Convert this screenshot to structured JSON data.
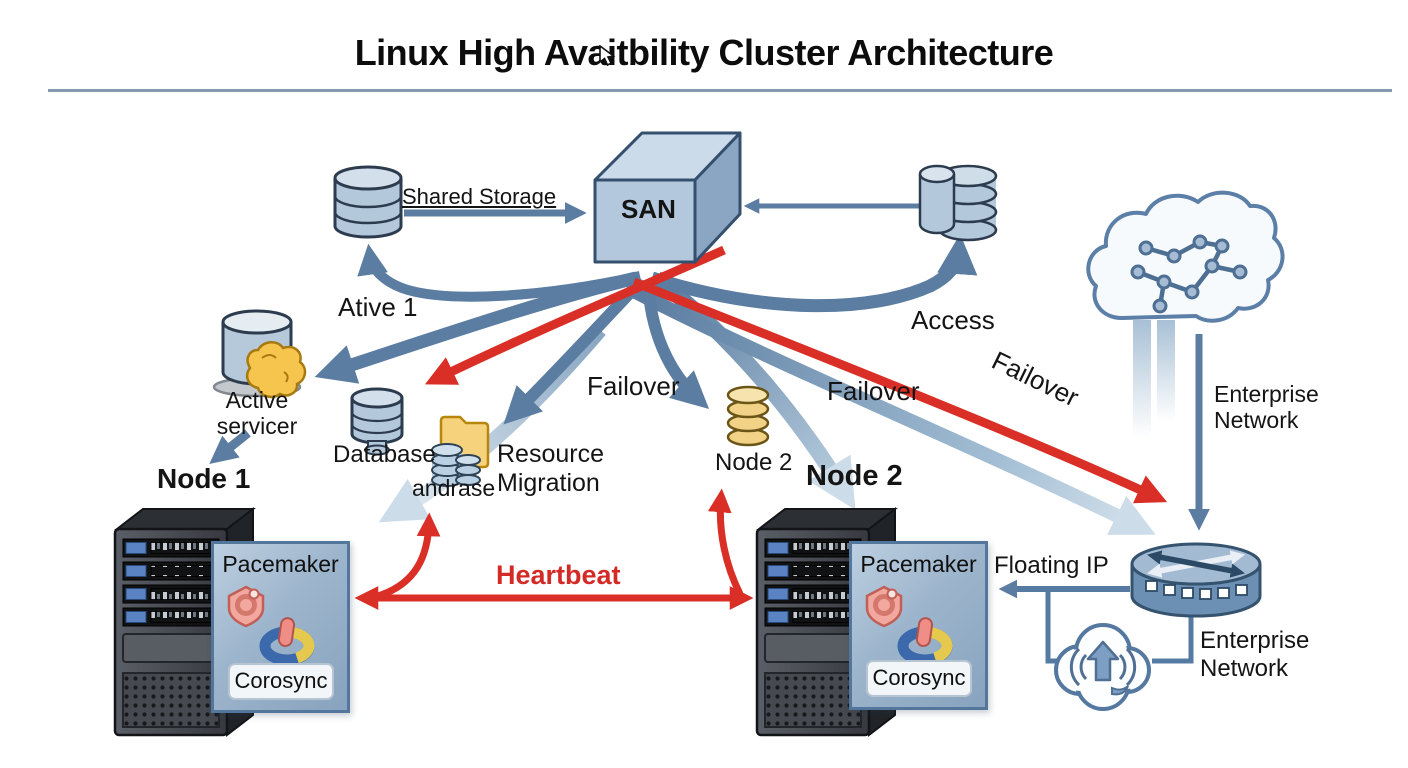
{
  "title": "Linux High Avaitbility Cluster Architecture",
  "colors": {
    "arrow_blue": "#5b7da1",
    "arrow_red": "#d92f26",
    "panel_fill": "#9db5cc",
    "separator": "#8299ae"
  },
  "labels": {
    "shared_storage": "Shared Storage",
    "san": "SAN",
    "ative_1": "Ative 1",
    "active_server": "Active servicer",
    "database": "Database",
    "andrase": "andrase",
    "resource_migration": "Resource Migration",
    "failover_left": "Failover",
    "failover_right": "Failover",
    "failover_diagonal": "Failover",
    "access": "Access",
    "node2_storage": "Node 2",
    "node1_title": "Node 1",
    "node2_title": "Node 2",
    "heartbeat": "Heartbeat",
    "floating_ip": "Floating IP",
    "enterprise_network_right": "Enterprise Network",
    "enterprise_network_bottom": "Enterprise Network"
  },
  "node1_panel": {
    "software": "Pacemaker",
    "service": "Corosync"
  },
  "node2_panel": {
    "software": "Pacemaker",
    "service": "Corosync"
  },
  "icons": [
    "database-cylinder-icon",
    "storage-stack-icon",
    "san-cube-icon",
    "cloud-network-icon",
    "active-server-icon",
    "folder-icon",
    "mini-database-icon",
    "yellow-cylinder-icon",
    "server-tower-icon",
    "pacemaker-heart-icon",
    "corosync-ring-icon",
    "router-icon",
    "broadcast-cloud-icon",
    "mouse-cursor-icon"
  ]
}
